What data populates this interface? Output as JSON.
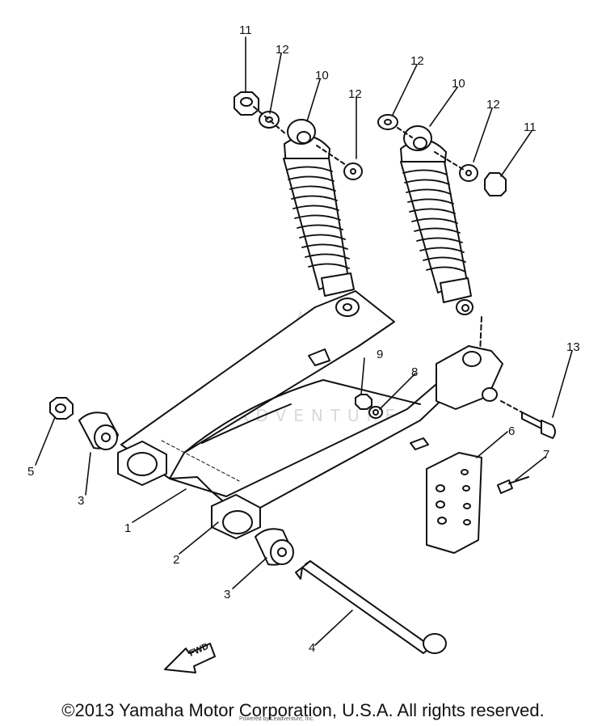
{
  "diagram": {
    "part_labels": [
      "1",
      "2",
      "3",
      "3",
      "4",
      "5",
      "6",
      "7",
      "8",
      "9",
      "10",
      "10",
      "11",
      "11",
      "12",
      "12",
      "12",
      "12",
      "13"
    ],
    "fwd_label": "FWD",
    "watermark": "LEADVENTURE",
    "colors": {
      "line": "#111111",
      "background": "#ffffff",
      "watermark": "#d9d9d9"
    }
  },
  "footer": {
    "copyright": "©2013 Yamaha Motor Corporation, U.S.A. All rights reserved.",
    "fineprint": "Powered by Leadventure, Inc."
  }
}
